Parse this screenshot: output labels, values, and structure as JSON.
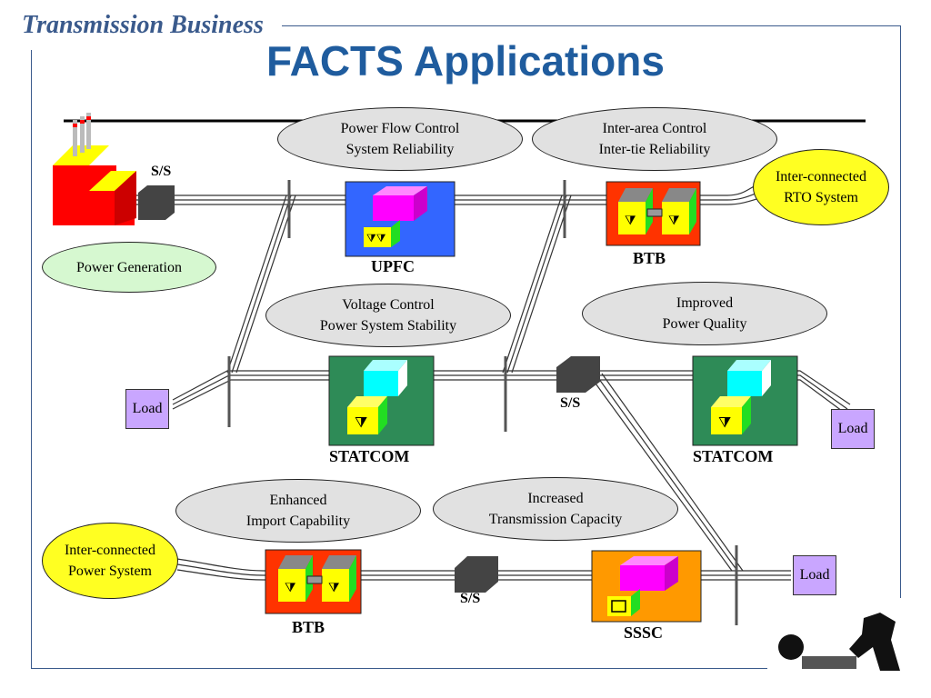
{
  "header": "Transmission Business",
  "title": "FACTS Applications",
  "ovals": {
    "power_flow": "Power Flow Control\nSystem Reliability",
    "inter_area": "Inter-area Control\nInter-tie Reliability",
    "rto": "Inter-connected\nRTO System",
    "generation": "Power Generation",
    "voltage": "Voltage Control\nPower System Stability",
    "quality": "Improved\nPower Quality",
    "import": "Enhanced\nImport Capability",
    "capacity": "Increased\nTransmission Capacity",
    "interconnected": "Inter-connected\nPower System"
  },
  "labels": {
    "ss_top": "S/S",
    "ss_mid": "S/S",
    "ss_bottom": "S/S",
    "upfc": "UPFC",
    "btb_top": "BTB",
    "statcom_left": "STATCOM",
    "statcom_right": "STATCOM",
    "btb_bottom": "BTB",
    "sssc": "SSSC"
  },
  "loads": {
    "left": "Load",
    "right": "Load",
    "bottom": "Load"
  },
  "colors": {
    "title": "#1f5c9e",
    "upfc_bg": "#3366ff",
    "btb_bg": "#ff3300",
    "statcom_bg": "#2e8b57",
    "sssc_bg": "#ff9900",
    "device_top": "#ff00ff",
    "device_cyan": "#00ffff",
    "device_yellow": "#ffff00",
    "device_green": "#22dd22",
    "load_bg": "#c9a6ff",
    "plant": "#ff0000"
  }
}
